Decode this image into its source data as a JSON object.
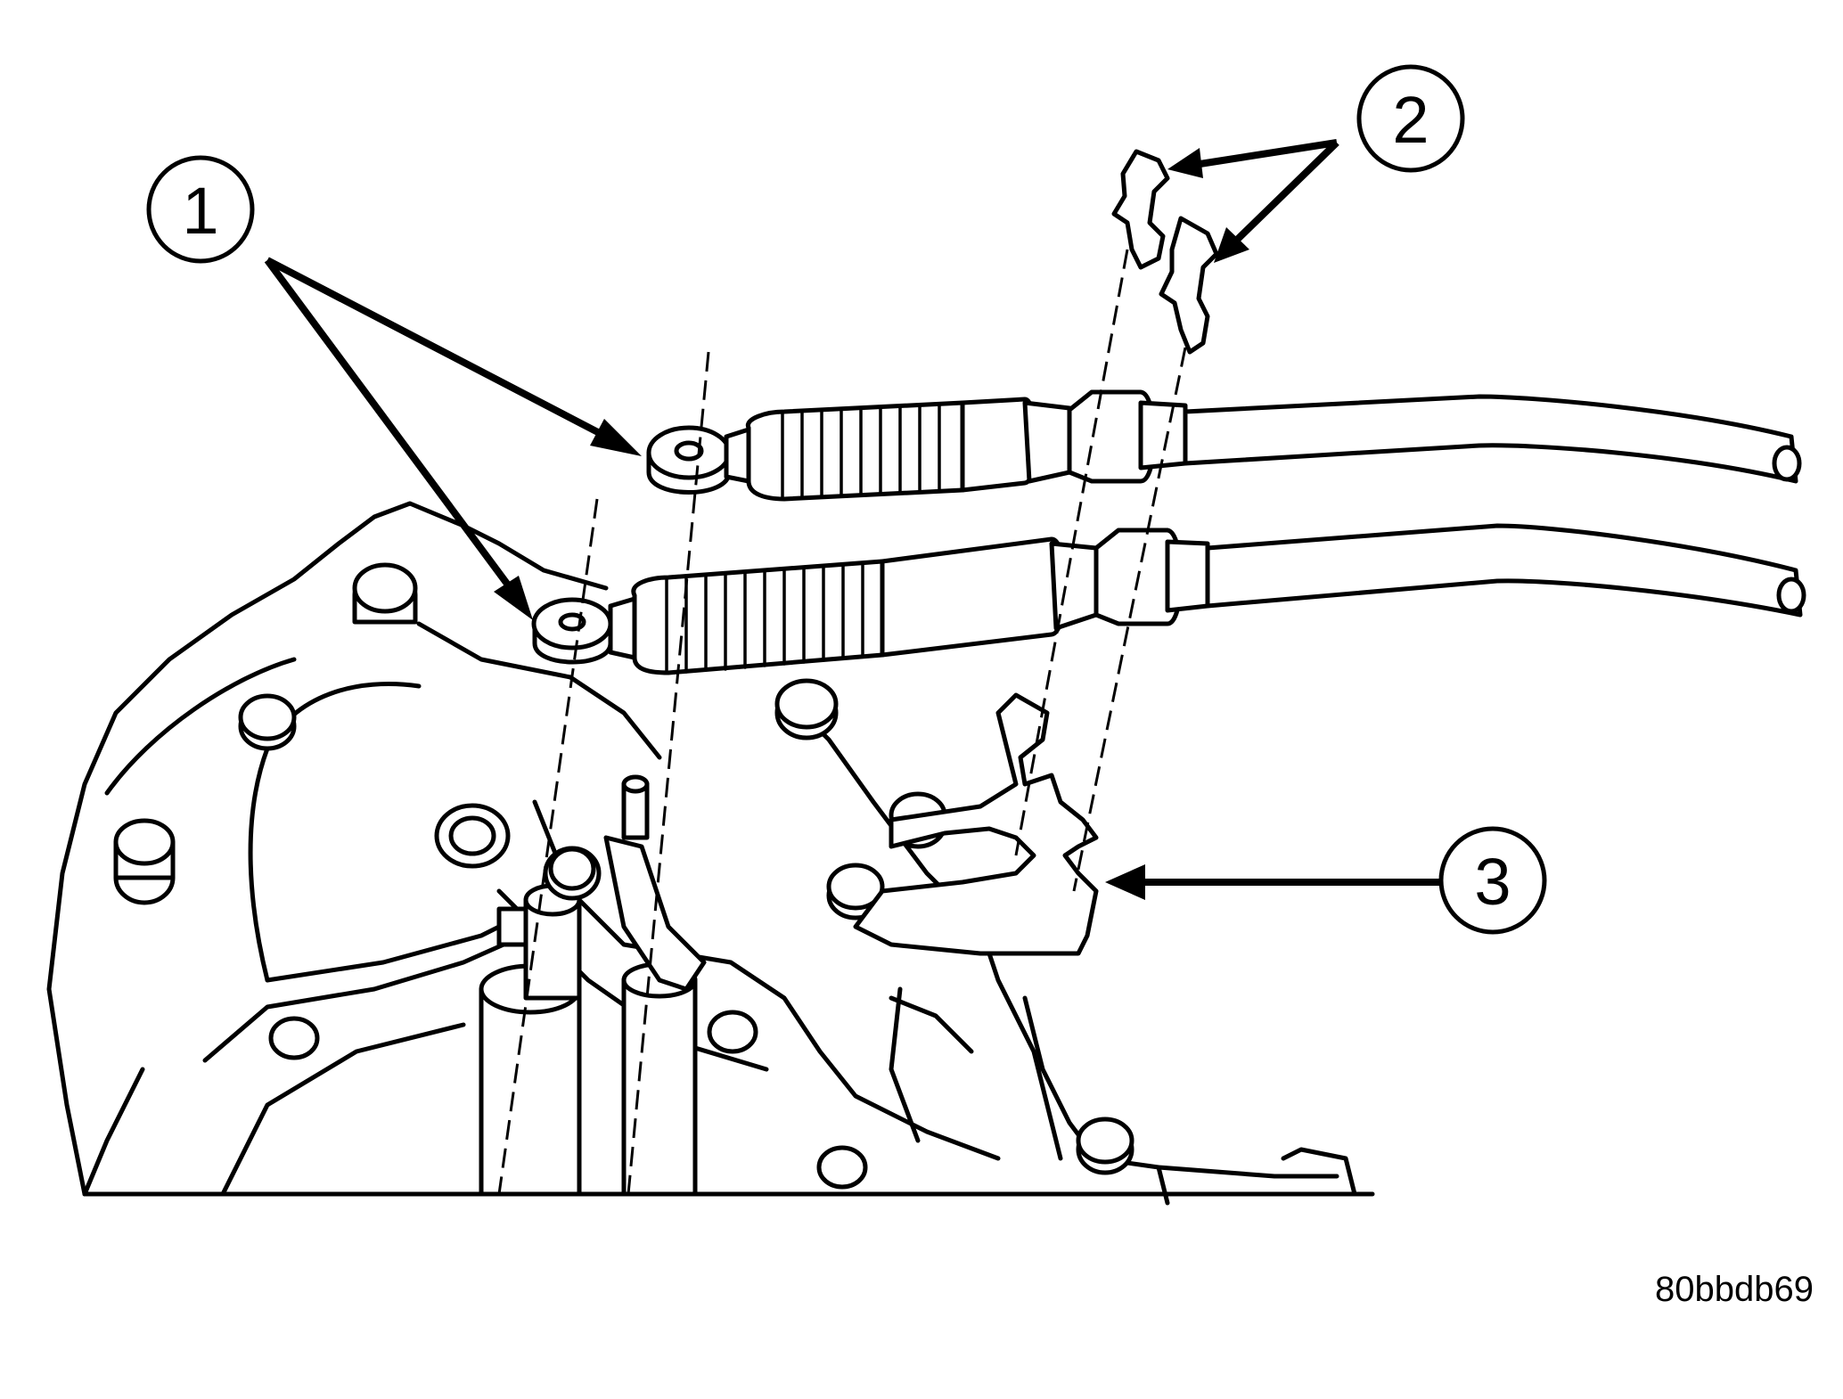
{
  "callouts": [
    {
      "id": "1",
      "label": "1"
    },
    {
      "id": "2",
      "label": "2"
    },
    {
      "id": "3",
      "label": "3"
    }
  ],
  "figure_id": "80bbdb69"
}
